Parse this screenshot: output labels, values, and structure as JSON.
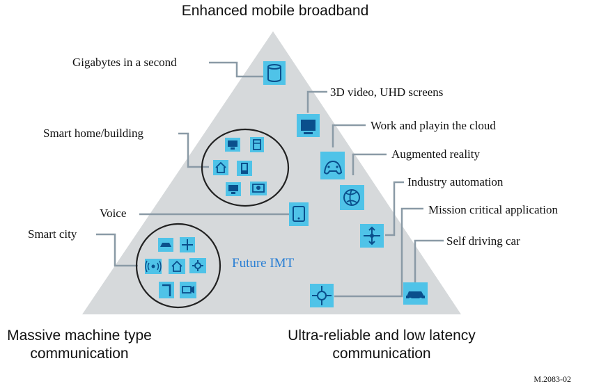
{
  "corners": {
    "top": "Enhanced mobile broadband",
    "bottom_left_line1": "Massive machine type",
    "bottom_left_line2": "communication",
    "bottom_right_line1": "Ultra-reliable and low latency",
    "bottom_right_line2": "communication"
  },
  "center_label": "Future IMT",
  "labels": {
    "gigabytes": "Gigabytes in a second",
    "video": "3D video, UHD screens",
    "cloud": "Work and playin the cloud",
    "ar": "Augmented reality",
    "industry": "Industry automation",
    "mission": "Mission critical application",
    "car": "Self driving car",
    "smart_home": "Smart home/building",
    "voice": "Voice",
    "smart_city": "Smart city"
  },
  "figure_id": "M.2083-02",
  "colors": {
    "triangle": "#d6d9db",
    "icon_fill": "#4fc3e8",
    "icon_glyph": "#0a4f8c",
    "leader": "#8a9aa6",
    "accent_text": "#2a7fd4"
  },
  "icons": [
    "database-icon",
    "monitor-icon",
    "gamepad-icon",
    "globe-icon",
    "network-icon",
    "node-icon",
    "car-icon",
    "tablet-icon",
    "computer-icon",
    "document-icon",
    "house-icon",
    "phone-icon",
    "tv-icon",
    "camera-icon",
    "car-small-icon",
    "cross-icon",
    "signal-icon",
    "home-icon",
    "gear-icon",
    "pipe-icon",
    "video-icon"
  ]
}
